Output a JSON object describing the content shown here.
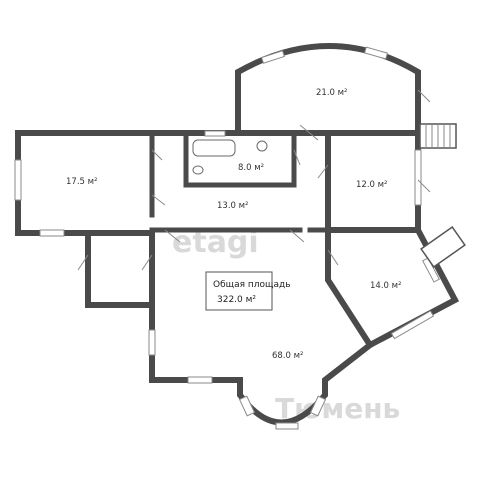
{
  "rooms": [
    {
      "id": "room-21",
      "label": "21.0 м²"
    },
    {
      "id": "room-17-5",
      "label": "17.5 м²"
    },
    {
      "id": "room-8",
      "label": "8.0 м²"
    },
    {
      "id": "room-12",
      "label": "12.0 м²"
    },
    {
      "id": "room-13",
      "label": "13.0 м²"
    },
    {
      "id": "room-14",
      "label": "14.0 м²"
    },
    {
      "id": "room-68",
      "label": "68.0 м²"
    }
  ],
  "total": {
    "title": "Общая площадь",
    "value": "322.0 м²"
  },
  "watermark": {
    "top": "etagi",
    "bottom": "Тюмень"
  }
}
